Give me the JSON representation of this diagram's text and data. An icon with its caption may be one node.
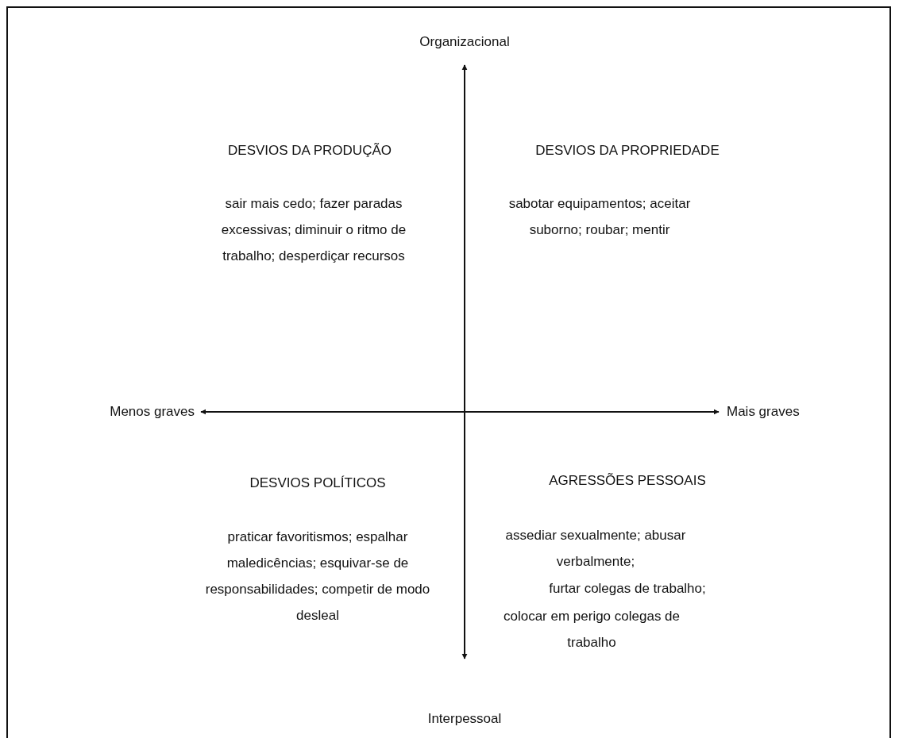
{
  "diagram": {
    "labels": [
      "Organizacional",
      "DESVIOS DA PRODUÇÃO",
      "DESVIOS DA PROPRIEDADE",
      "sair mais cedo; fazer paradas excessivas; diminuir o ritmo de trabalho; desperdiçar recursos",
      "sabotar equipamentos; aceitar suborno; roubar; mentir",
      "Menos graves",
      "Mais graves",
      "DESVIOS POLÍTICOS",
      "AGRESSÕES PESSOAIS",
      "praticar favoritismos; espalhar maledicências; esquivar-se de responsabilidades; competir de modo desleal",
      "assediar sexualmente; abusar verbalmente;",
      "furtar colegas de trabalho;",
      "colocar em perigo colegas de trabalho",
      "Interpessoal"
    ]
  }
}
